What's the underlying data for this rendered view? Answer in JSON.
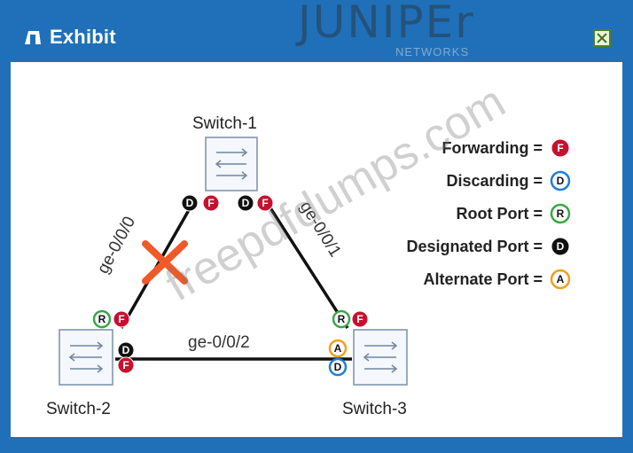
{
  "window": {
    "title": "Exhibit",
    "brand": "JUNIPEr",
    "brand_sub": "NETWORKS"
  },
  "watermark": "freepdfdumps.com",
  "switches": {
    "s1": "Switch-1",
    "s2": "Switch-2",
    "s3": "Switch-3"
  },
  "links": {
    "s1_s2": "ge-0/0/0",
    "s1_s3": "ge-0/0/1",
    "s2_s3": "ge-0/0/2"
  },
  "legend": [
    {
      "label": "Forwarding =",
      "badge": "F"
    },
    {
      "label": "Discarding =",
      "badge": "D"
    },
    {
      "label": "Root Port =",
      "badge": "R"
    },
    {
      "label": "Designated Port =",
      "badge": "D"
    },
    {
      "label": "Alternate Port =",
      "badge": "A"
    }
  ],
  "ports": {
    "s1_left_role": "D",
    "s1_left_state": "F",
    "s1_right_role": "D",
    "s1_right_state": "F",
    "s2_top_role": "R",
    "s2_top_state": "F",
    "s2_right_role": "D",
    "s2_right_state": "F",
    "s3_top_role": "R",
    "s3_top_state": "F",
    "s3_left_role": "A",
    "s3_left_state": "D"
  },
  "colors": {
    "forwarding": "#c8102e",
    "discarding": "#1f7fd6",
    "root": "#3aa64a",
    "designated": "#111111",
    "alternate": "#f0a020",
    "blocked_x": "#f05a28"
  }
}
